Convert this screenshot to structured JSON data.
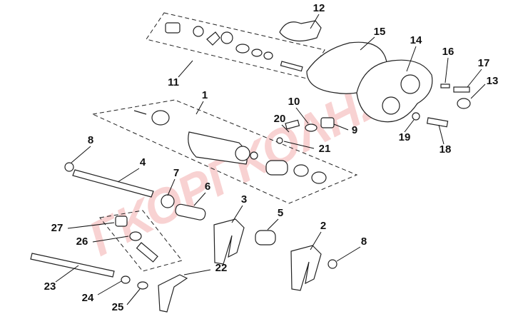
{
  "diagram": {
    "title": "Shift drum / shift fork exploded parts diagram",
    "watermark": "ΓΚΟΡΓΚΟΛΗΣ",
    "callouts": {
      "c1": "1",
      "c2": "2",
      "c3": "3",
      "c4": "4",
      "c5": "5",
      "c6": "6",
      "c7": "7",
      "c8a": "8",
      "c8b": "8",
      "c9": "9",
      "c10": "10",
      "c11": "11",
      "c12": "12",
      "c13": "13",
      "c14": "14",
      "c15": "15",
      "c16": "16",
      "c17": "17",
      "c18": "18",
      "c19": "19",
      "c20": "20",
      "c21": "21",
      "c22": "22",
      "c23": "23",
      "c24": "24",
      "c25": "25",
      "c26": "26",
      "c27": "27"
    }
  }
}
